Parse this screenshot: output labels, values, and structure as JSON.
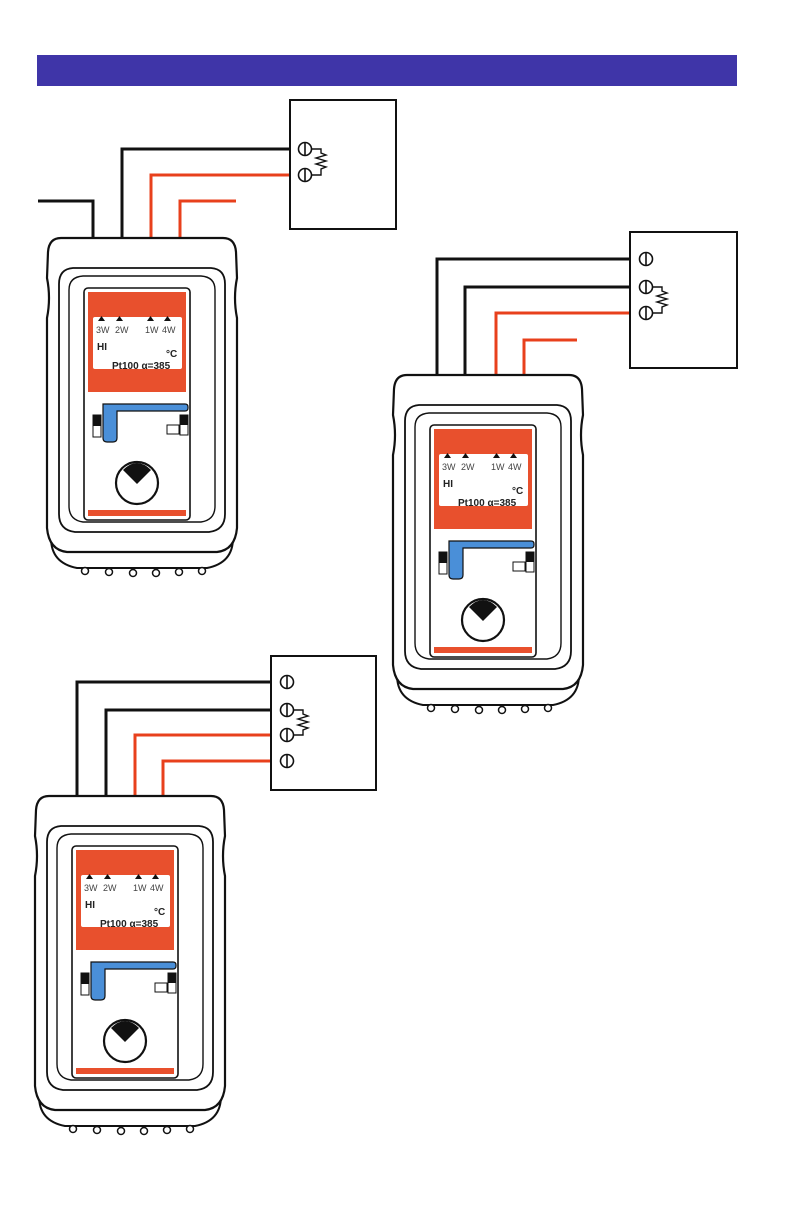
{
  "header_band": {
    "color": "#3f35a8"
  },
  "colors": {
    "wire_black": "#111111",
    "wire_red": "#e8401c",
    "device_red": "#e8502d",
    "device_blue": "#4a8fd8",
    "outline": "#111111"
  },
  "display": {
    "mode_labels": [
      "3W",
      "2W",
      "1W",
      "4W"
    ],
    "hi": "HI",
    "unit": "°C",
    "sensor": "Pt100 α=385"
  },
  "diagrams": [
    {
      "name": "two-wire",
      "terminals": 2,
      "wires": [
        "black",
        "black",
        "red",
        "red"
      ]
    },
    {
      "name": "three-wire",
      "terminals": 3,
      "wires": [
        "black",
        "black",
        "red",
        "red"
      ]
    },
    {
      "name": "four-wire",
      "terminals": 4,
      "wires": [
        "black",
        "black",
        "red",
        "red"
      ]
    }
  ],
  "icons": {
    "resistor": "resistor-icon",
    "terminal": "terminal-screw-icon",
    "button": "round-button-icon"
  }
}
